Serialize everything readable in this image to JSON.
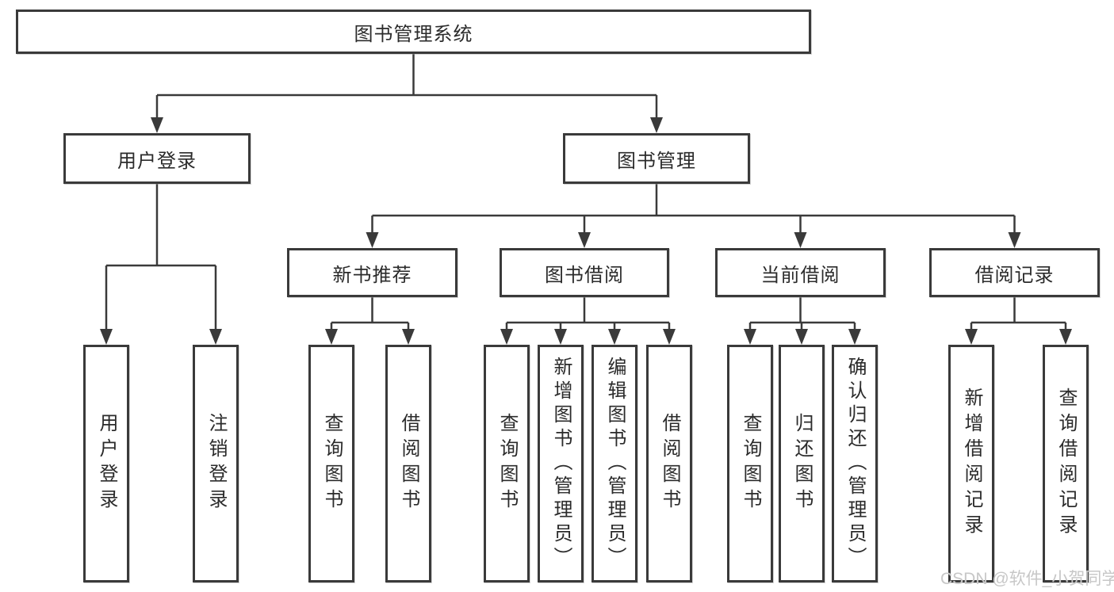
{
  "diagram": {
    "root": {
      "label": "图书管理系统"
    },
    "level2": [
      {
        "label": "用户登录"
      },
      {
        "label": "图书管理"
      }
    ],
    "level3": [
      {
        "label": "新书推荐"
      },
      {
        "label": "图书借阅"
      },
      {
        "label": "当前借阅"
      },
      {
        "label": "借阅记录"
      }
    ],
    "leaves": [
      {
        "label": "用户登录",
        "parent": "用户登录"
      },
      {
        "label": "注销登录",
        "parent": "用户登录"
      },
      {
        "label": "查询图书",
        "parent": "新书推荐"
      },
      {
        "label": "借阅图书",
        "parent": "新书推荐"
      },
      {
        "label": "查询图书",
        "parent": "图书借阅"
      },
      {
        "label": "新增图书（管理员）",
        "parent": "图书借阅"
      },
      {
        "label": "编辑图书（管理员）",
        "parent": "图书借阅"
      },
      {
        "label": "借阅图书",
        "parent": "图书借阅"
      },
      {
        "label": "查询图书",
        "parent": "当前借阅"
      },
      {
        "label": "归还图书",
        "parent": "当前借阅"
      },
      {
        "label": "确认归还（管理员）",
        "parent": "当前借阅"
      },
      {
        "label": "新增借阅记录",
        "parent": "借阅记录"
      },
      {
        "label": "查询借阅记录",
        "parent": "借阅记录"
      }
    ]
  },
  "watermark": "CSDN @软件_小贺同学",
  "colors": {
    "line": "#3a3a3a",
    "border": "#3a3a3a",
    "text": "#2b2b2b",
    "watermark": "#c7c7c7",
    "background": "#ffffff"
  }
}
